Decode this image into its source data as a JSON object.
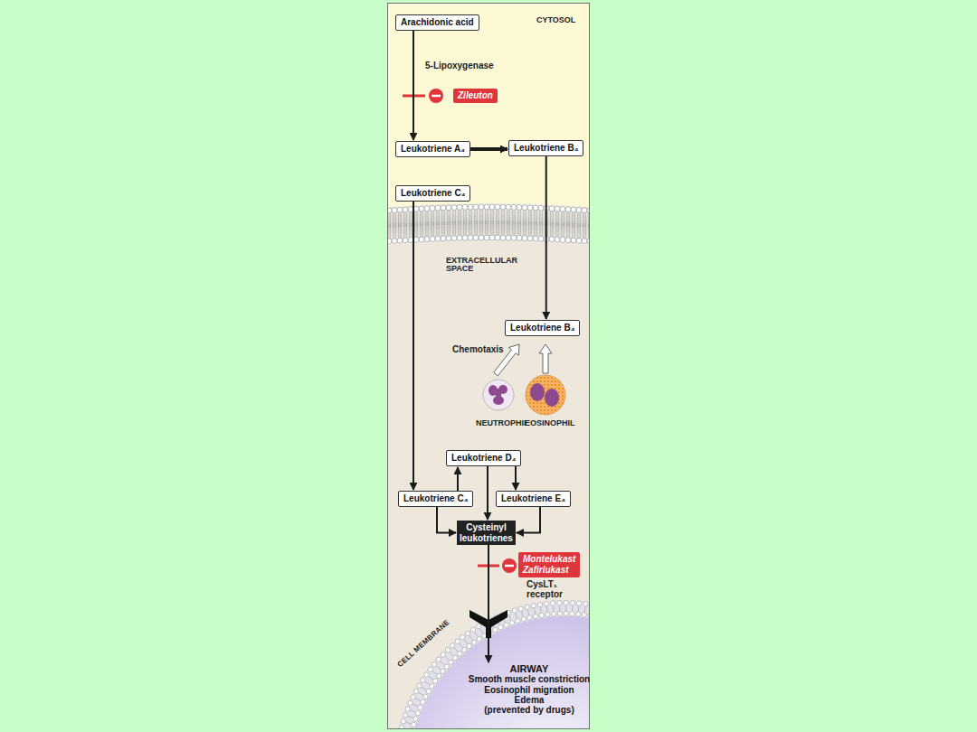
{
  "diagram": {
    "nodes": [
      {
        "text": [
          "Arachidonic acid"
        ]
      },
      {
        "text": [
          "Leukotriene A₄"
        ]
      },
      {
        "text": [
          "Leukotriene B₄"
        ]
      },
      {
        "text": [
          "Leukotriene C₄"
        ]
      },
      {
        "text": [
          "Leukotriene B₄"
        ]
      },
      {
        "text": [
          "Leukotriene D₄"
        ]
      },
      {
        "text": [
          "Leukotriene C₄"
        ]
      },
      {
        "text": [
          "Leukotriene E₄"
        ]
      },
      {
        "text": [
          "Cysteinyl leukotrienes"
        ]
      },
      {
        "text": [
          "Zileuton"
        ]
      },
      {
        "text": [
          "Montelukast Zafirlukast"
        ]
      },
      {
        "text": [
          "AIRWAY",
          "Smooth muscle constriction",
          "Eosinophil migration",
          "Edema",
          "(prevented by drugs)"
        ]
      }
    ],
    "edges": [
      {
        "from": 0,
        "to": 1,
        "arrow": "to"
      },
      {
        "from": 1,
        "to": 2,
        "arrow": "to"
      },
      {
        "from": 2,
        "to": 4,
        "arrow": "to"
      },
      {
        "from": 3,
        "to": 6,
        "arrow": "to"
      },
      {
        "from": 6,
        "to": 5,
        "arrow": "to"
      },
      {
        "from": 5,
        "to": 7,
        "arrow": "to"
      },
      {
        "from": 5,
        "to": 8,
        "arrow": "to"
      },
      {
        "from": 6,
        "to": 8,
        "arrow": "to"
      },
      {
        "from": 7,
        "to": 8,
        "arrow": "to"
      },
      {
        "from": 8,
        "to": 11,
        "arrow": "to"
      }
    ],
    "labels": [
      "CYTOSOL",
      "5-Lipoxygenase",
      "EXTRACELLULAR SPACE",
      "Chemotaxis",
      "NEUTROPHIL",
      "EOSINOPHIL",
      "CysLT₁ receptor",
      "CELL MEMBRANE"
    ]
  }
}
